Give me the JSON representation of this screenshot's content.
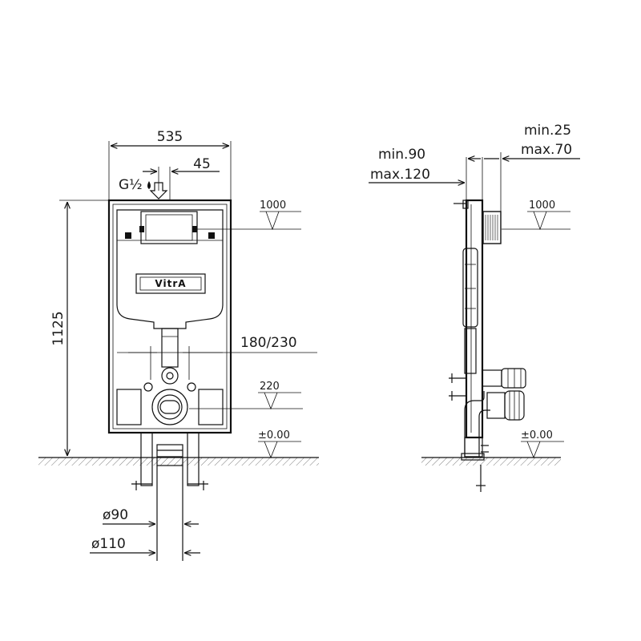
{
  "front_view": {
    "width_label": "535",
    "offset_label": "45",
    "water_inlet_label": "G½",
    "height_label": "1125",
    "flush_height_label": "1000",
    "pipe_height_label": "180/230",
    "outlet_height_label": "220",
    "floor_label": "±0.00",
    "pipe_diameter_label": "ø90",
    "pipe_outer_diameter_label": "ø110",
    "brand_logo": "VitrA"
  },
  "side_view": {
    "wall_depth_min_label": "min.90",
    "wall_depth_max_label": "max.120",
    "cover_min_label": "min.25",
    "cover_max_label": "max.70",
    "flush_height_label": "1000",
    "floor_label": "±0.00"
  }
}
